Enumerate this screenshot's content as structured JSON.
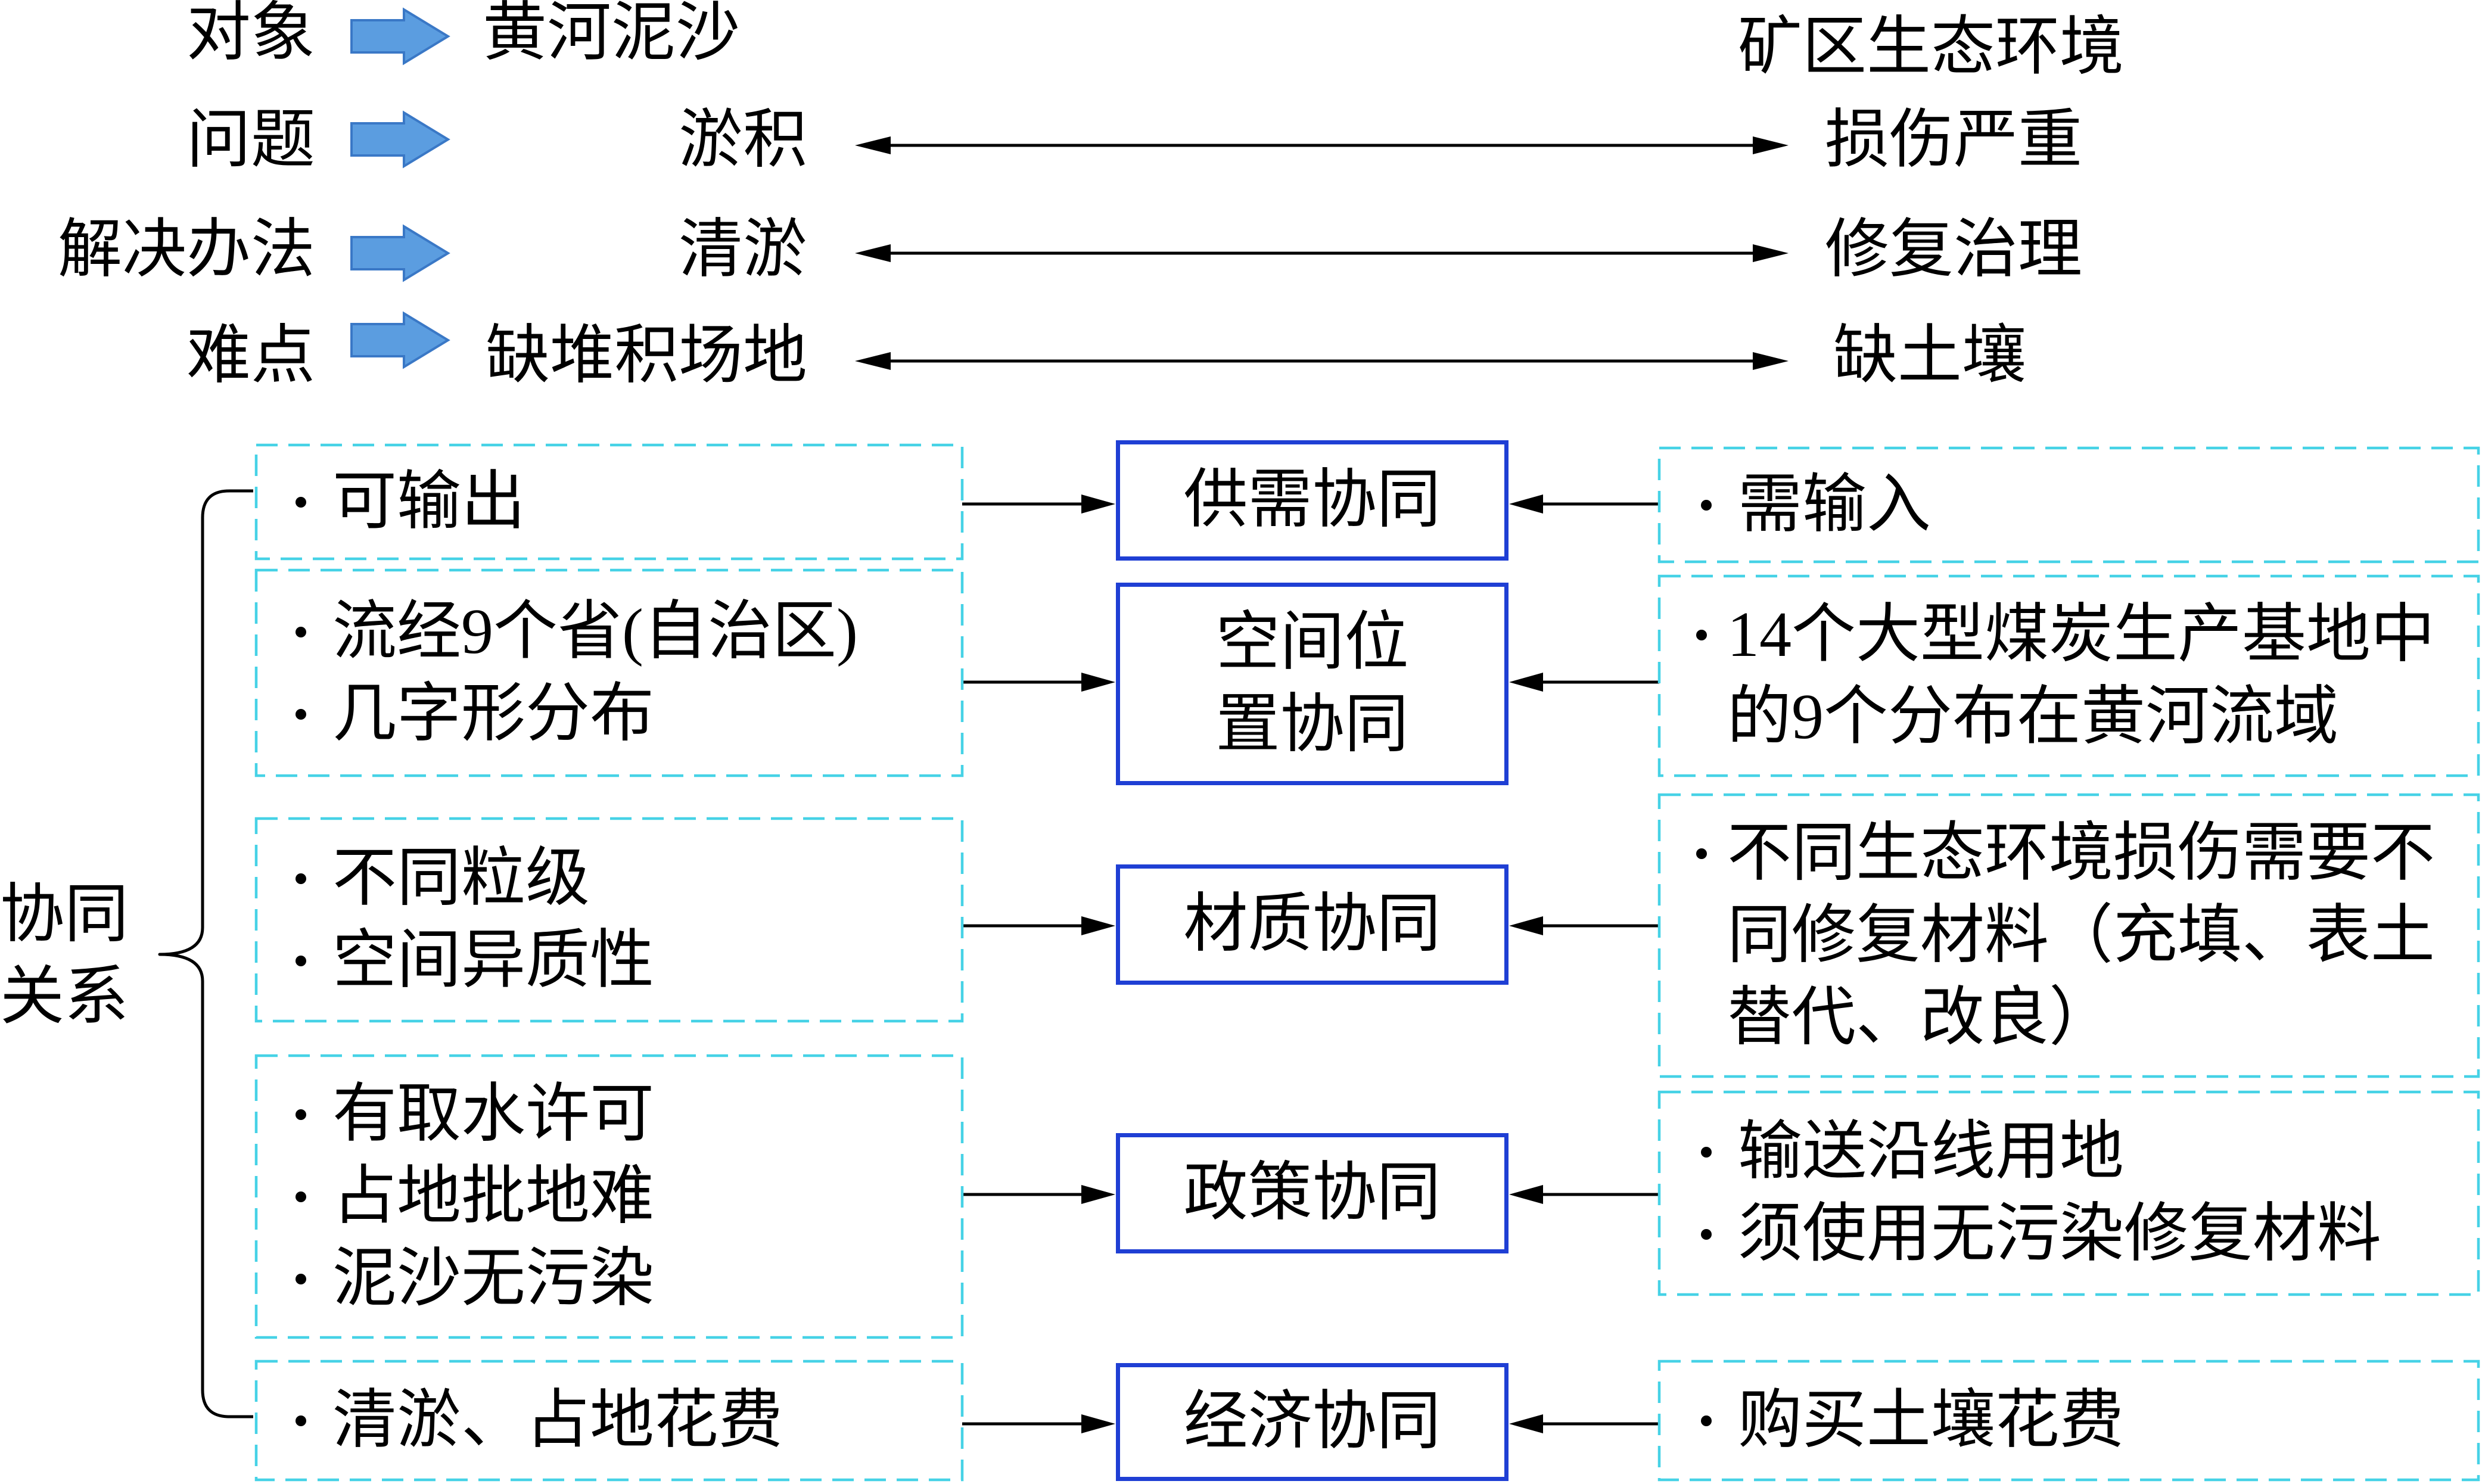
{
  "colors": {
    "dashed_border": "#46d2e6",
    "solid_border": "#1f3fd4",
    "block_arrow_fill": "#5b9de0",
    "block_arrow_stroke": "#3a78c6",
    "connector": "#000000"
  },
  "icons": {
    "block_arrow": "right-block-arrow-icon",
    "connector": "double-headed-arrow",
    "bullet": "bullet-icon",
    "brace": "curly-brace-icon"
  },
  "top": {
    "rows": [
      {
        "label": "对象",
        "left": "黄河泥沙",
        "right": "矿区生态环境"
      },
      {
        "label": "问题",
        "left": "淤积",
        "right": "损伤严重"
      },
      {
        "label": "解决办法",
        "left": "清淤",
        "right": "修复治理"
      },
      {
        "label": "难点",
        "left": "缺堆积场地",
        "right": "缺土壤"
      }
    ]
  },
  "synergy": {
    "label_lines": [
      "协同",
      "关系"
    ],
    "rows": [
      {
        "center_lines": [
          "供需协同"
        ],
        "left_items": [
          [
            "可输出"
          ]
        ],
        "right_items": [
          [
            "需输入"
          ]
        ]
      },
      {
        "center_lines": [
          "空间位",
          "置协同"
        ],
        "left_items": [
          [
            "流经9个省(自治区)"
          ],
          [
            "几字形分布"
          ]
        ],
        "right_items": [
          [
            "14个大型煤炭生产基地中",
            "的9个分布在黄河流域"
          ]
        ]
      },
      {
        "center_lines": [
          "材质协同"
        ],
        "left_items": [
          [
            "不同粒级"
          ],
          [
            "空间异质性"
          ]
        ],
        "right_items": [
          [
            "不同生态环境损伤需要不",
            "同修复材料（充填、表土",
            "替代、改良）"
          ]
        ]
      },
      {
        "center_lines": [
          "政策协同"
        ],
        "left_items": [
          [
            "有取水许可"
          ],
          [
            "占地批地难"
          ],
          [
            "泥沙无污染"
          ]
        ],
        "right_items": [
          [
            "输送沿线用地"
          ],
          [
            "须使用无污染修复材料"
          ]
        ]
      },
      {
        "center_lines": [
          "经济协同"
        ],
        "left_items": [
          [
            "清淤、占地花费"
          ]
        ],
        "right_items": [
          [
            "购买土壤花费"
          ]
        ]
      }
    ]
  }
}
